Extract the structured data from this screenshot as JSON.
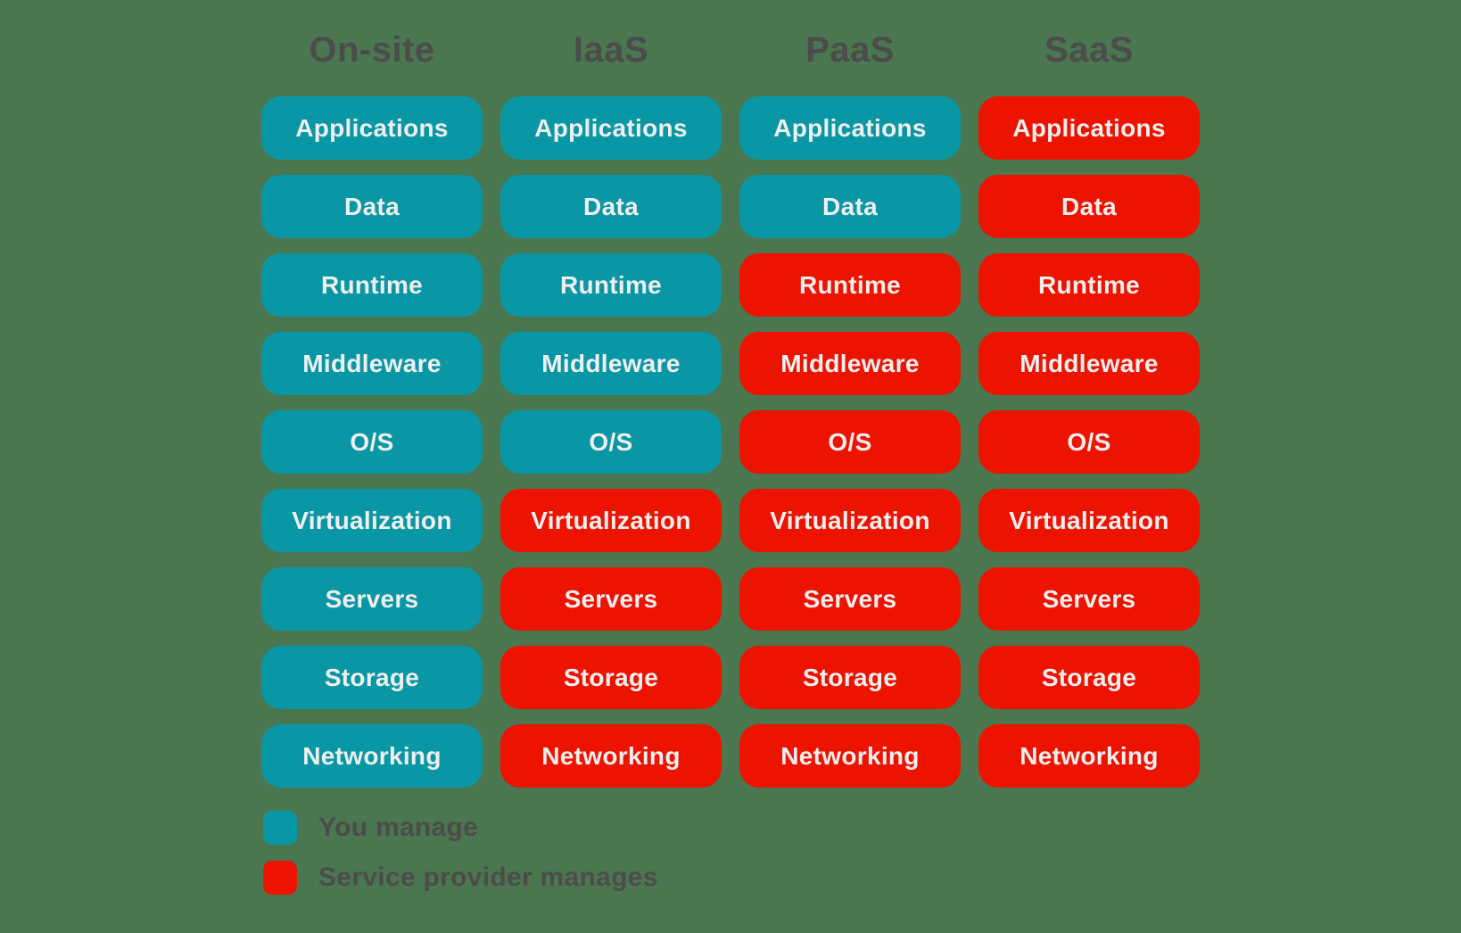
{
  "colors": {
    "background": "#4A7650",
    "you": "#0A97A5",
    "provider": "#EC1300",
    "box_text": "#EFEFEF",
    "heading_text": "#4C4C4C"
  },
  "columns": [
    {
      "id": "on-site",
      "label": "On-site",
      "cells": [
        {
          "label": "Applications",
          "managed_by": "you"
        },
        {
          "label": "Data",
          "managed_by": "you"
        },
        {
          "label": "Runtime",
          "managed_by": "you"
        },
        {
          "label": "Middleware",
          "managed_by": "you"
        },
        {
          "label": "O/S",
          "managed_by": "you"
        },
        {
          "label": "Virtualization",
          "managed_by": "you"
        },
        {
          "label": "Servers",
          "managed_by": "you"
        },
        {
          "label": "Storage",
          "managed_by": "you"
        },
        {
          "label": "Networking",
          "managed_by": "you"
        }
      ]
    },
    {
      "id": "iaas",
      "label": "IaaS",
      "cells": [
        {
          "label": "Applications",
          "managed_by": "you"
        },
        {
          "label": "Data",
          "managed_by": "you"
        },
        {
          "label": "Runtime",
          "managed_by": "you"
        },
        {
          "label": "Middleware",
          "managed_by": "you"
        },
        {
          "label": "O/S",
          "managed_by": "you"
        },
        {
          "label": "Virtualization",
          "managed_by": "provider"
        },
        {
          "label": "Servers",
          "managed_by": "provider"
        },
        {
          "label": "Storage",
          "managed_by": "provider"
        },
        {
          "label": "Networking",
          "managed_by": "provider"
        }
      ]
    },
    {
      "id": "paas",
      "label": "PaaS",
      "cells": [
        {
          "label": "Applications",
          "managed_by": "you"
        },
        {
          "label": "Data",
          "managed_by": "you"
        },
        {
          "label": "Runtime",
          "managed_by": "provider"
        },
        {
          "label": "Middleware",
          "managed_by": "provider"
        },
        {
          "label": "O/S",
          "managed_by": "provider"
        },
        {
          "label": "Virtualization",
          "managed_by": "provider"
        },
        {
          "label": "Servers",
          "managed_by": "provider"
        },
        {
          "label": "Storage",
          "managed_by": "provider"
        },
        {
          "label": "Networking",
          "managed_by": "provider"
        }
      ]
    },
    {
      "id": "saas",
      "label": "SaaS",
      "cells": [
        {
          "label": "Applications",
          "managed_by": "provider"
        },
        {
          "label": "Data",
          "managed_by": "provider"
        },
        {
          "label": "Runtime",
          "managed_by": "provider"
        },
        {
          "label": "Middleware",
          "managed_by": "provider"
        },
        {
          "label": "O/S",
          "managed_by": "provider"
        },
        {
          "label": "Virtualization",
          "managed_by": "provider"
        },
        {
          "label": "Servers",
          "managed_by": "provider"
        },
        {
          "label": "Storage",
          "managed_by": "provider"
        },
        {
          "label": "Networking",
          "managed_by": "provider"
        }
      ]
    }
  ],
  "legend": {
    "items": [
      {
        "key": "you",
        "label": "You manage",
        "color": "#0A97A5"
      },
      {
        "key": "provider",
        "label": "Service provider manages",
        "color": "#EC1300"
      }
    ]
  }
}
